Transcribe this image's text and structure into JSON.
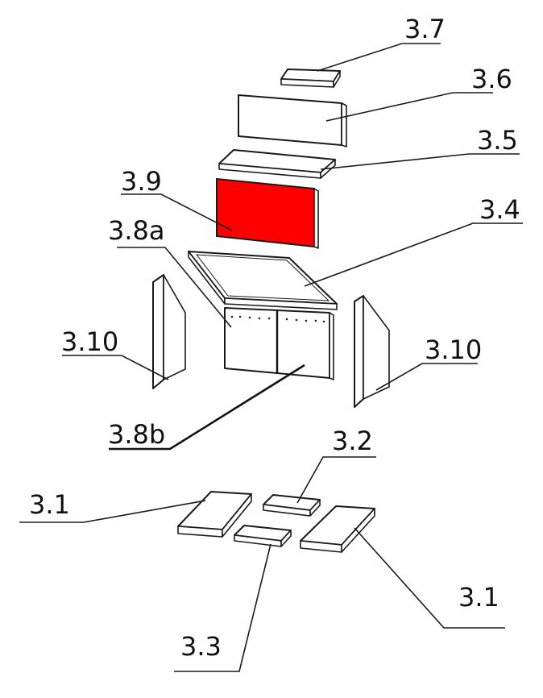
{
  "diagram": {
    "highlight_color": "#ff0000",
    "line_color": "#1a1a1a",
    "labels": {
      "p3_7": "3.7",
      "p3_6": "3.6",
      "p3_5": "3.5",
      "p3_9": "3.9",
      "p3_4": "3.4",
      "p3_8a": "3.8a",
      "p3_10_left": "3.10",
      "p3_10_right": "3.10",
      "p3_8b": "3.8b",
      "p3_2": "3.2",
      "p3_1_left": "3.1",
      "p3_1_right": "3.1",
      "p3_3": "3.3"
    }
  }
}
